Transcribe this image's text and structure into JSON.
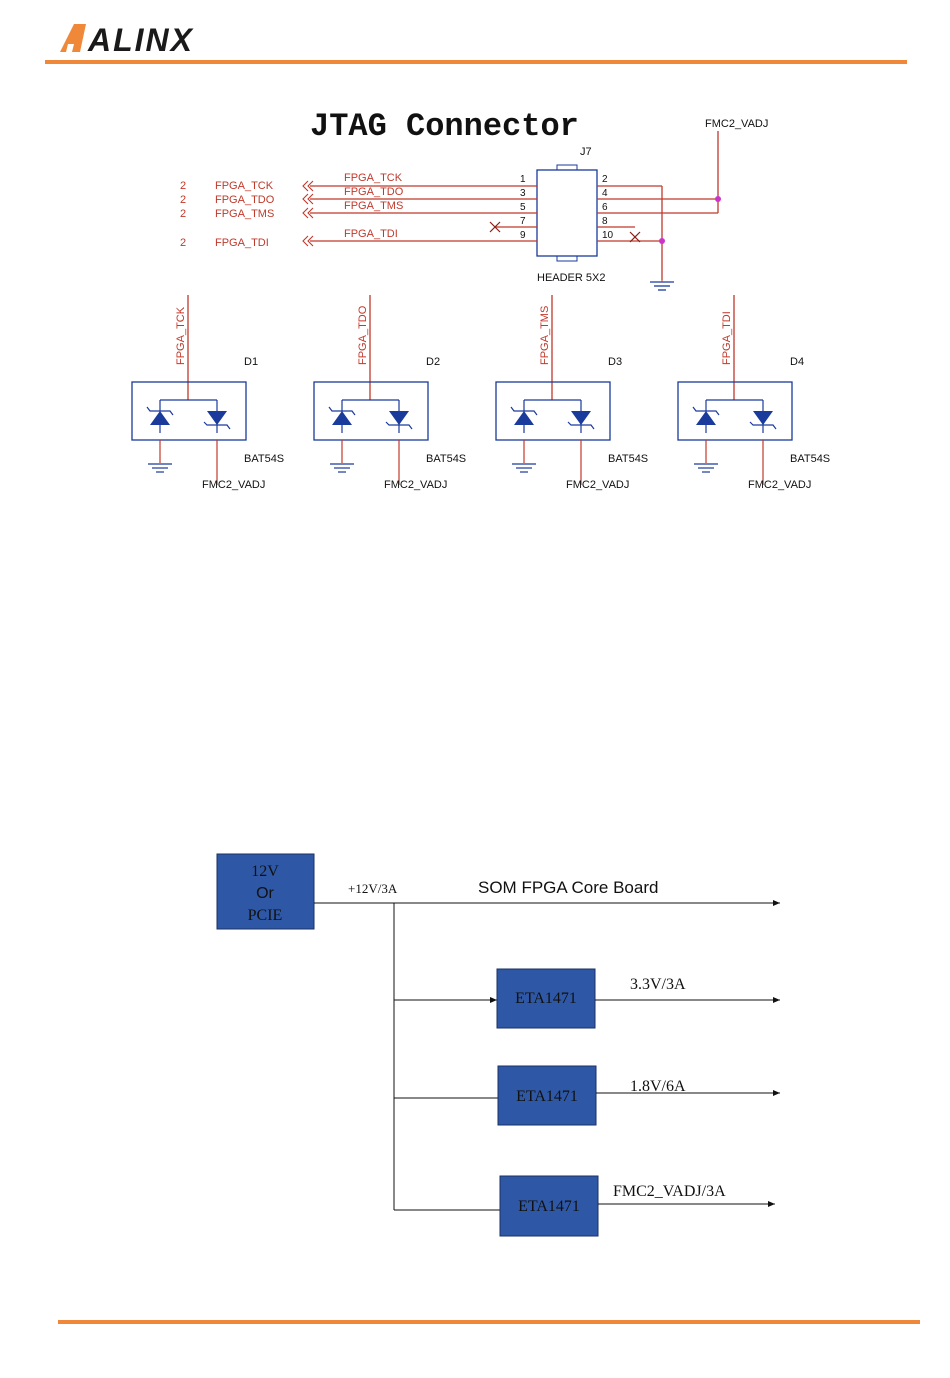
{
  "header": {
    "logo_text": "ALINX",
    "accent_color": "#f0883a"
  },
  "jtag": {
    "title": "JTAG Connector",
    "connector_ref": "J7",
    "connector_name": "HEADER 5X2",
    "power_net": "FMC2_VADJ",
    "sheet_refs": [
      "2",
      "2",
      "2",
      "2"
    ],
    "ports": [
      "FPGA_TCK",
      "FPGA_TDO",
      "FPGA_TMS",
      "FPGA_TDI"
    ],
    "wire_labels": [
      "FPGA_TCK",
      "FPGA_TDO",
      "FPGA_TMS",
      "FPGA_TDI"
    ],
    "pins_left": [
      "1",
      "3",
      "5",
      "7",
      "9"
    ],
    "pins_right": [
      "2",
      "4",
      "6",
      "8",
      "10"
    ],
    "diodes": [
      {
        "ref": "D1",
        "net": "FPGA_TCK",
        "part": "BAT54S",
        "supply": "FMC2_VADJ"
      },
      {
        "ref": "D2",
        "net": "FPGA_TDO",
        "part": "BAT54S",
        "supply": "FMC2_VADJ"
      },
      {
        "ref": "D3",
        "net": "FPGA_TMS",
        "part": "BAT54S",
        "supply": "FMC2_VADJ"
      },
      {
        "ref": "D4",
        "net": "FPGA_TDI",
        "part": "BAT54S",
        "supply": "FMC2_VADJ"
      }
    ],
    "wire_color": "#c0392b",
    "part_color": "#1a3a9c",
    "junction_color": "#cc33cc"
  },
  "power": {
    "source_lines": [
      "12V",
      "Or",
      "PCIE"
    ],
    "main_rail": "+12V/3A",
    "main_dest": "SOM FPGA Core Board",
    "regulators": [
      {
        "name": "ETA1471",
        "output": "3.3V/3A"
      },
      {
        "name": "ETA1471",
        "output": "1.8V/6A"
      },
      {
        "name": "ETA1471",
        "output": "FMC2_VADJ/3A"
      }
    ],
    "block_color": "#2e58a5"
  }
}
